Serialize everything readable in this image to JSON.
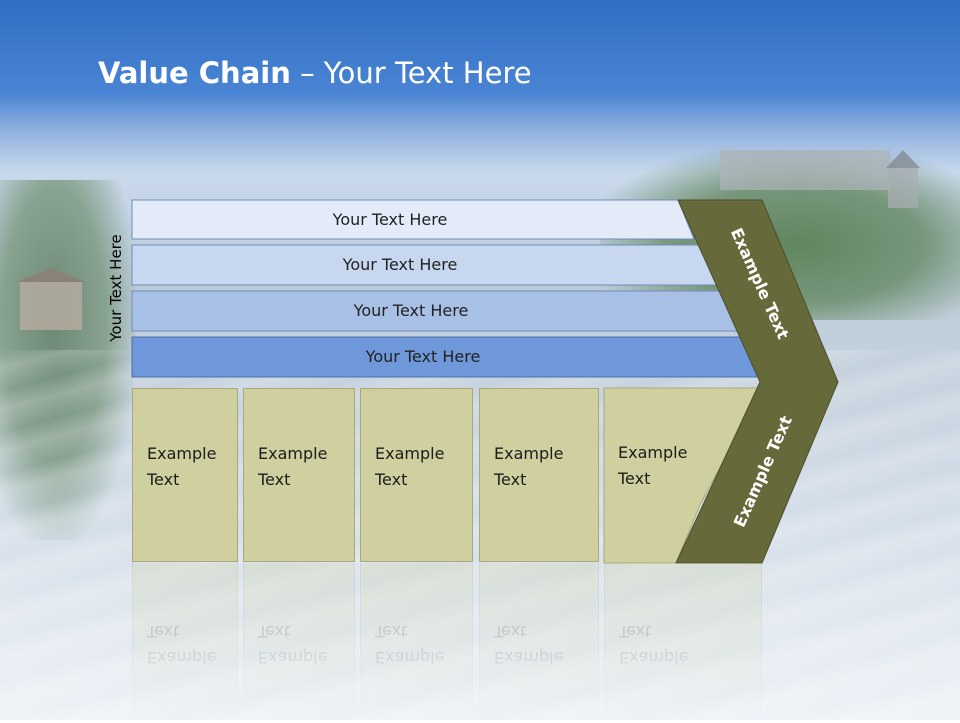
{
  "slide": {
    "title_bold": "Value Chain",
    "title_rest": " – Your Text Here",
    "side_label": "Your Text Here"
  },
  "bands": [
    {
      "label": "Your Text Here",
      "color": "#e2ebf7"
    },
    {
      "label": "Your Text Here",
      "color": "#c7d7ef"
    },
    {
      "label": "Your Text Here",
      "color": "#a9c0e6"
    },
    {
      "label": "Your Text Here",
      "color": "#6f98da"
    }
  ],
  "cells": [
    {
      "label": "Example Text"
    },
    {
      "label": "Example Text"
    },
    {
      "label": "Example Text"
    },
    {
      "label": "Example Text"
    },
    {
      "label": "Example Text"
    }
  ],
  "chevron": {
    "upper_label": "Example Text",
    "lower_label": "Example Text",
    "color": "#666a3a"
  }
}
